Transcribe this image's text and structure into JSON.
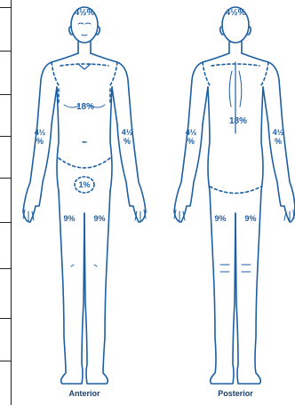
{
  "anterior": {
    "caption": "Anterior",
    "labels": {
      "head": "4½%",
      "chest": "18%",
      "arm_left": "4½\n%",
      "arm_right": "4½\n%",
      "genital": "1%",
      "leg_left": "9%",
      "leg_right": "9%"
    }
  },
  "posterior": {
    "caption": "Posterior",
    "labels": {
      "head": "4½%",
      "back": "18%",
      "arm_left": "4½\n%",
      "arm_right": "4½\n%",
      "leg_left": "9%",
      "leg_right": "9%"
    }
  },
  "colors": {
    "outline": "#1d5fa3",
    "label": "#1d5fa3",
    "caption": "#1d3f66"
  }
}
